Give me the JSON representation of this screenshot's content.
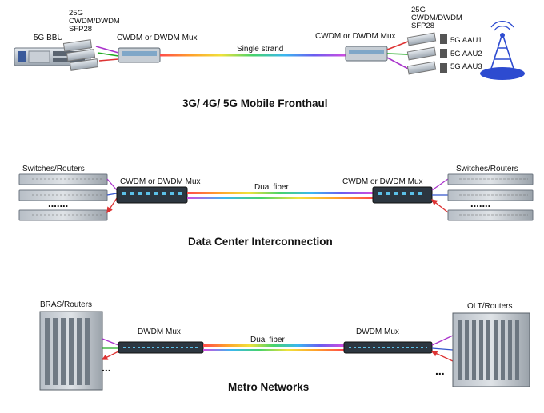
{
  "fronthaul": {
    "bbu_label": "5G BBU",
    "sfp_left": [
      "25G",
      "CWDM/DWDM",
      "SFP28"
    ],
    "sfp_right": [
      "25G",
      "CWDM/DWDM",
      "SFP28"
    ],
    "mux_left": "CWDM or DWDM Mux",
    "mux_right": "CWDM or DWDM Mux",
    "link": "Single strand",
    "aau": [
      "5G AAU1",
      "5G AAU2",
      "5G AAU3"
    ],
    "title": "3G/ 4G/ 5G Mobile Fronthaul"
  },
  "datacenter": {
    "left_label": "Switches/Routers",
    "right_label": "Switches/Routers",
    "mux_left": "CWDM or DWDM Mux",
    "mux_right": "CWDM or DWDM Mux",
    "link": "Dual fiber",
    "ellipsis": ".......",
    "title": "Data Center Interconnection"
  },
  "metro": {
    "left_label": "BRAS/Routers",
    "right_label": "OLT/Routers",
    "mux_left": "DWDM Mux",
    "mux_right": "DWDM Mux",
    "link": "Dual fiber",
    "ellipsis": "...",
    "title": "Metro Networks"
  },
  "colors": {
    "fiber_rainbow": [
      "#ff3b3b",
      "#ffa12b",
      "#f5e63a",
      "#46d36a",
      "#3ab7f0",
      "#5a5cf0",
      "#d04ce0"
    ],
    "mux_body": "#2c3640",
    "equipment": "#8d99a8"
  }
}
